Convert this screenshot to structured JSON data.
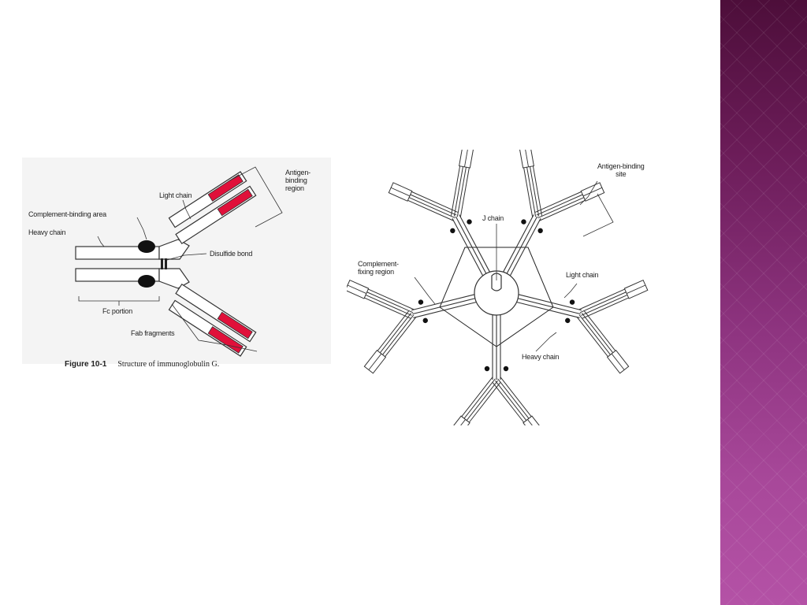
{
  "slide": {
    "accent_color": "#8e3480"
  },
  "figure1": {
    "labels": {
      "antigen_binding_region": "Antigen-\nbinding\nregion",
      "light_chain": "Light chain",
      "complement_binding_area": "Complement-binding area",
      "heavy_chain": "Heavy chain",
      "disulfide_bond": "Disulfide bond",
      "fc_portion": "Fc portion",
      "fab_fragments": "Fab fragments"
    },
    "caption": {
      "number": "Figure 10-1",
      "text": "Structure of immunoglobulin G."
    },
    "colors": {
      "variable_region": "#e0103a",
      "chain_fill": "#ffffff",
      "outline": "#333333"
    }
  },
  "figure2": {
    "labels": {
      "antigen_binding_site": "Antigen-binding\nsite",
      "j_chain": "J chain",
      "complement_fixing_region": "Complement-\nfixing region",
      "light_chain": "Light chain",
      "heavy_chain": "Heavy chain"
    }
  }
}
